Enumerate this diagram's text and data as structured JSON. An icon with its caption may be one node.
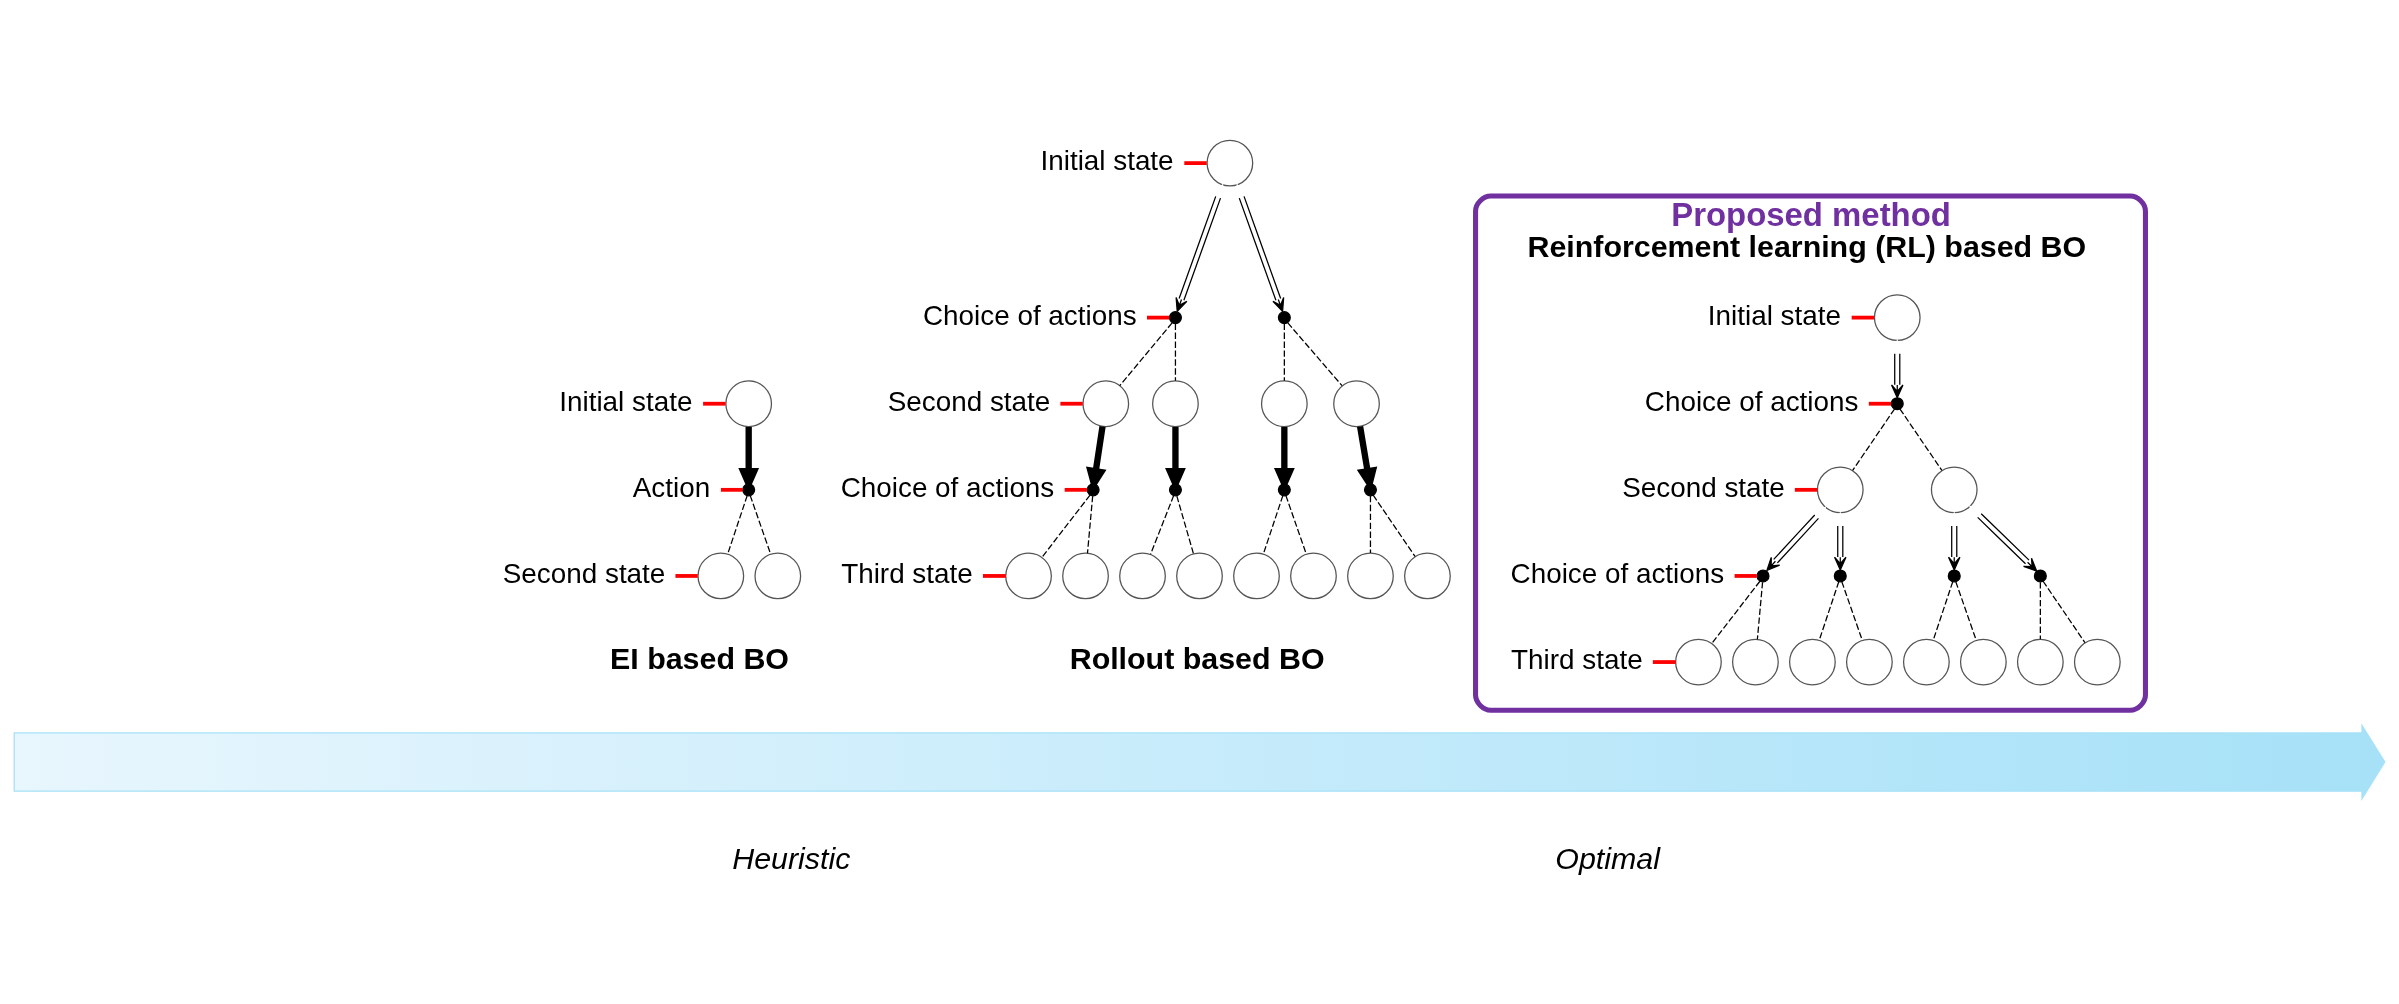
{
  "diagram": {
    "nodes": [
      {
        "text": [
          "Initial state"
        ]
      },
      {
        "text": [],
        "shape": "circle"
      },
      {
        "text": [
          "Action"
        ]
      },
      {
        "text": [],
        "shape": "dot"
      },
      {
        "text": [
          "Second state"
        ]
      },
      {
        "text": [],
        "shape": "circle"
      },
      {
        "text": [],
        "shape": "circle"
      },
      {
        "text": [
          "Initial state"
        ]
      },
      {
        "text": [],
        "shape": "circle"
      },
      {
        "text": [
          "Choice of actions"
        ]
      },
      {
        "text": [],
        "shape": "dot"
      },
      {
        "text": [],
        "shape": "dot"
      },
      {
        "text": [
          "Second state"
        ]
      },
      {
        "text": [],
        "shape": "circle"
      },
      {
        "text": [],
        "shape": "circle"
      },
      {
        "text": [],
        "shape": "circle"
      },
      {
        "text": [],
        "shape": "circle"
      },
      {
        "text": [
          "Choice of actions"
        ]
      },
      {
        "text": [],
        "shape": "dot"
      },
      {
        "text": [],
        "shape": "dot"
      },
      {
        "text": [],
        "shape": "dot"
      },
      {
        "text": [],
        "shape": "dot"
      },
      {
        "text": [
          "Third state"
        ]
      },
      {
        "text": [],
        "shape": "circle"
      },
      {
        "text": [],
        "shape": "circle"
      },
      {
        "text": [],
        "shape": "circle"
      },
      {
        "text": [],
        "shape": "circle"
      },
      {
        "text": [],
        "shape": "circle"
      },
      {
        "text": [],
        "shape": "circle"
      },
      {
        "text": [],
        "shape": "circle"
      },
      {
        "text": [],
        "shape": "circle"
      },
      {
        "text": [
          "Proposed method",
          "Reinforcement learning (RL) based BO"
        ]
      },
      {
        "text": [
          "Initial state"
        ],
        "in": 31
      },
      {
        "text": [],
        "shape": "circle",
        "in": 31
      },
      {
        "text": [
          "Choice of actions"
        ],
        "in": 31
      },
      {
        "text": [],
        "shape": "dot",
        "in": 31
      },
      {
        "text": [
          "Second state"
        ],
        "in": 31
      },
      {
        "text": [],
        "shape": "circle",
        "in": 31
      },
      {
        "text": [],
        "shape": "circle",
        "in": 31
      },
      {
        "text": [
          "Choice of actions"
        ],
        "in": 31
      },
      {
        "text": [],
        "shape": "dot",
        "in": 31
      },
      {
        "text": [],
        "shape": "dot",
        "in": 31
      },
      {
        "text": [],
        "shape": "dot",
        "in": 31
      },
      {
        "text": [],
        "shape": "dot",
        "in": 31
      },
      {
        "text": [
          "Third state"
        ],
        "in": 31
      },
      {
        "text": [],
        "shape": "circle",
        "in": 31
      },
      {
        "text": [],
        "shape": "circle",
        "in": 31
      },
      {
        "text": [],
        "shape": "circle",
        "in": 31
      },
      {
        "text": [],
        "shape": "circle",
        "in": 31
      },
      {
        "text": [],
        "shape": "circle",
        "in": 31
      },
      {
        "text": [],
        "shape": "circle",
        "in": 31
      },
      {
        "text": [],
        "shape": "circle",
        "in": 31
      },
      {
        "text": [],
        "shape": "circle",
        "in": 31
      },
      {
        "text": [],
        "shape": "arrow",
        "beside": [
          "Heuristic",
          "Optimal"
        ]
      }
    ],
    "edges": [
      {
        "from": 0,
        "to": 1,
        "arrow": "none",
        "color": "#ff0000"
      },
      {
        "from": 2,
        "to": 3,
        "arrow": "none",
        "color": "#ff0000"
      },
      {
        "from": 4,
        "to": 5,
        "arrow": "none",
        "color": "#ff0000"
      },
      {
        "from": 1,
        "to": 3,
        "arrow": "to",
        "style": "thick"
      },
      {
        "from": 3,
        "to": 5,
        "arrow": "none",
        "style": "dashed"
      },
      {
        "from": 3,
        "to": 6,
        "arrow": "none",
        "style": "dashed"
      },
      {
        "from": 7,
        "to": 8,
        "arrow": "none",
        "color": "#ff0000"
      },
      {
        "from": 9,
        "to": 10,
        "arrow": "none",
        "color": "#ff0000"
      },
      {
        "from": 12,
        "to": 13,
        "arrow": "none",
        "color": "#ff0000"
      },
      {
        "from": 17,
        "to": 18,
        "arrow": "none",
        "color": "#ff0000"
      },
      {
        "from": 22,
        "to": 23,
        "arrow": "none",
        "color": "#ff0000"
      },
      {
        "from": 8,
        "to": 10,
        "arrow": "both"
      },
      {
        "from": 8,
        "to": 11,
        "arrow": "both"
      },
      {
        "from": 10,
        "to": 13,
        "arrow": "none",
        "style": "dashed"
      },
      {
        "from": 10,
        "to": 14,
        "arrow": "none",
        "style": "dashed"
      },
      {
        "from": 11,
        "to": 15,
        "arrow": "none",
        "style": "dashed"
      },
      {
        "from": 11,
        "to": 16,
        "arrow": "none",
        "style": "dashed"
      },
      {
        "from": 13,
        "to": 18,
        "arrow": "to",
        "style": "thick"
      },
      {
        "from": 14,
        "to": 19,
        "arrow": "to",
        "style": "thick"
      },
      {
        "from": 15,
        "to": 20,
        "arrow": "to",
        "style": "thick"
      },
      {
        "from": 16,
        "to": 21,
        "arrow": "to",
        "style": "thick"
      },
      {
        "from": 18,
        "to": 23,
        "arrow": "none",
        "style": "dashed"
      },
      {
        "from": 18,
        "to": 24,
        "arrow": "none",
        "style": "dashed"
      },
      {
        "from": 19,
        "to": 25,
        "arrow": "none",
        "style": "dashed"
      },
      {
        "from": 19,
        "to": 26,
        "arrow": "none",
        "style": "dashed"
      },
      {
        "from": 20,
        "to": 27,
        "arrow": "none",
        "style": "dashed"
      },
      {
        "from": 20,
        "to": 28,
        "arrow": "none",
        "style": "dashed"
      },
      {
        "from": 21,
        "to": 29,
        "arrow": "none",
        "style": "dashed"
      },
      {
        "from": 21,
        "to": 30,
        "arrow": "none",
        "style": "dashed"
      },
      {
        "from": 32,
        "to": 33,
        "arrow": "none",
        "color": "#ff0000"
      },
      {
        "from": 34,
        "to": 35,
        "arrow": "none",
        "color": "#ff0000"
      },
      {
        "from": 36,
        "to": 37,
        "arrow": "none",
        "color": "#ff0000"
      },
      {
        "from": 39,
        "to": 40,
        "arrow": "none",
        "color": "#ff0000"
      },
      {
        "from": 44,
        "to": 45,
        "arrow": "none",
        "color": "#ff0000"
      },
      {
        "from": 33,
        "to": 35,
        "arrow": "both"
      },
      {
        "from": 35,
        "to": 37,
        "arrow": "none",
        "style": "dashed"
      },
      {
        "from": 35,
        "to": 38,
        "arrow": "none",
        "style": "dashed"
      },
      {
        "from": 37,
        "to": 40,
        "arrow": "both"
      },
      {
        "from": 37,
        "to": 41,
        "arrow": "both"
      },
      {
        "from": 38,
        "to": 42,
        "arrow": "both"
      },
      {
        "from": 38,
        "to": 43,
        "arrow": "both"
      },
      {
        "from": 40,
        "to": 45,
        "arrow": "none",
        "style": "dashed"
      },
      {
        "from": 40,
        "to": 46,
        "arrow": "none",
        "style": "dashed"
      },
      {
        "from": 41,
        "to": 47,
        "arrow": "none",
        "style": "dashed"
      },
      {
        "from": 41,
        "to": 48,
        "arrow": "none",
        "style": "dashed"
      },
      {
        "from": 42,
        "to": 49,
        "arrow": "none",
        "style": "dashed"
      },
      {
        "from": 42,
        "to": 50,
        "arrow": "none",
        "style": "dashed"
      },
      {
        "from": 43,
        "to": 51,
        "arrow": "none",
        "style": "dashed"
      },
      {
        "from": 43,
        "to": 52,
        "arrow": "none",
        "style": "dashed"
      }
    ],
    "labels": [
      "EI based BO",
      "Rollout based BO"
    ]
  }
}
